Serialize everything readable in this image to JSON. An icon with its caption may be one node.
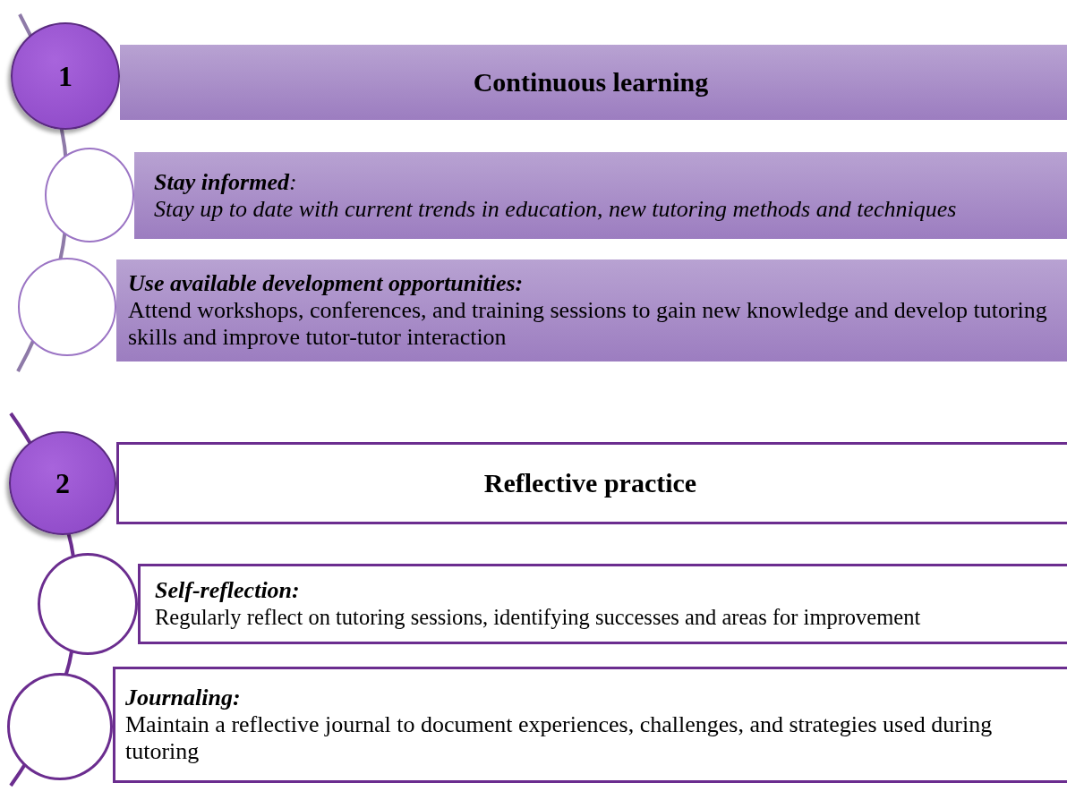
{
  "diagram": {
    "nodes": [
      {
        "text": [
          "1"
        ]
      },
      {
        "text": [
          "Continuous learning"
        ]
      },
      {
        "text": [],
        "shape": "circle"
      },
      {
        "text": [
          "**Stay informed**:",
          "Stay up to date with current trends in education, new tutoring methods and techniques"
        ]
      },
      {
        "text": [],
        "shape": "circle"
      },
      {
        "text": [
          "Use available development opportunities:",
          "Attend workshops, conferences, and training sessions to gain new knowledge and develop tutoring skills and improve tutor-tutor interaction"
        ]
      },
      {
        "text": [
          "2"
        ]
      },
      {
        "text": [
          "Reflective practice"
        ]
      },
      {
        "text": [],
        "shape": "circle"
      },
      {
        "text": [
          "Self-reflection:",
          "Regularly reflect on tutoring sessions, identifying successes and areas for improvement"
        ]
      },
      {
        "text": [],
        "shape": "circle"
      },
      {
        "text": [
          "Journaling:",
          "Maintain a reflective journal to document experiences, challenges, and strategies used during tutoring"
        ]
      }
    ]
  }
}
